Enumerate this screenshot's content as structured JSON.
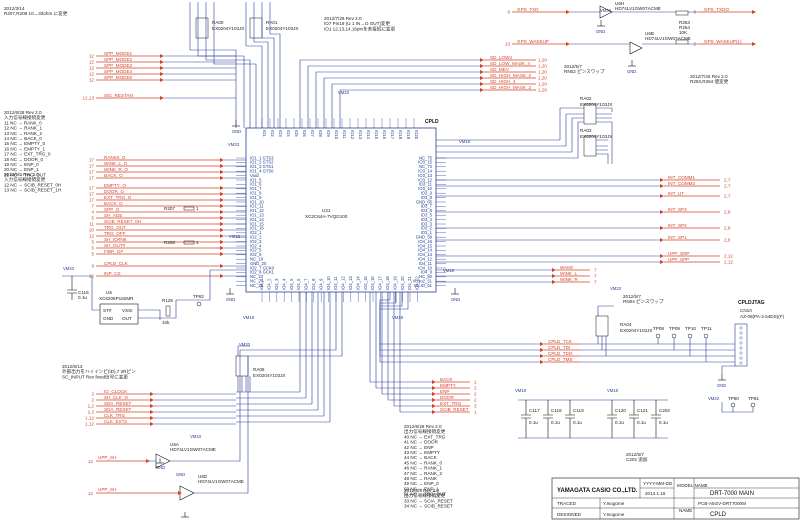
{
  "colors": {
    "net": "#d2432a",
    "wire": "#2a3c9a",
    "part": "#111111",
    "background": "#ffffff"
  },
  "notes": {
    "top_left": [
      "2012/3/14",
      "R207,R208 10→33ohm に変更"
    ],
    "top_center": [
      "2012/7/26 Rev 2.0",
      "IO7 Pin18 (U 1 IN→O OUT)変更",
      "IO1 12,13,14,16pinを未接続に変更"
    ],
    "top_right": [
      "2012/7/26 Rev 2.0",
      "R253,R254 値変更"
    ],
    "rn_swap": [
      "2012/5/7",
      "RN02 ピンスワップ"
    ],
    "rn_swap2": [
      "2012/5/7",
      "RN04 ピンスワップ"
    ],
    "left_change1": [
      "2012/6/28 Rev 2.0",
      "入力信号線接続変更",
      "11 NC → RANK_0",
      "12 NC → RANK_1",
      "13 NC → RANK_2",
      "14 NC → BACK_0",
      "15 NC → EMPTY_0",
      "16 NC → EMPTY_1",
      "17 NC → EXT_TRG_0",
      "18 NC → DOOR_0",
      "19 NC → ENP_0",
      "20 NC → ENP_1",
      "21 NC → TRG_OUT"
    ],
    "left_change2": [
      "2012/6/5 Rev 2.0",
      "入力信号線接続変更",
      "12 NC → SCIB_RESET_0H",
      "13 NC → SCIB_RESET_1H"
    ],
    "left_bottom": [
      "2012/6/13",
      "外部出力をハイインピ(ID),7 2Rピン",
      "SC_INPUT Rev fixed信号に変更"
    ],
    "center_change": [
      "2012/6/28 Rev 2.0",
      "出力信号線接続変更",
      "40 NC → EXT_TRG",
      "41 NC → DOOR",
      "42 NC → ENP",
      "43 NC → EMPTY",
      "44 NC → BACK",
      "45 NC → RANK_0",
      "46 NC → RANK_1",
      "47 NC → RANK_2",
      "48 NC → RANK",
      "49 NC → ENP_0",
      "50 NC → ENP_1",
      "51 NC → TRG_OUT"
    ],
    "center_change2": [
      "2012/6/5 Rev 2.0",
      "出力信号線接続変更",
      "33 NC → SCIA_RESET",
      "34 NC → SCIB_RESET"
    ],
    "bottom_right": [
      "2012/5/7",
      "C202 追加"
    ]
  },
  "cpld": {
    "title": "CPLD",
    "ref": "U21",
    "part": "XC2C64A-7VQG100"
  },
  "regulator": {
    "ref": "U5",
    "part": "XC6206P182MR",
    "pins": [
      "ST#",
      "VSSI",
      "GND",
      "OUT"
    ],
    "cap": "C116",
    "cap_val": "0.1u",
    "res": "R125",
    "res_val": "10k",
    "tp": "TP82"
  },
  "vcc_labels": [
    "VM33",
    "VM18",
    "GND",
    "VMSO"
  ],
  "left_inputs": [
    {
      "num": "12",
      "name": "SPP_MODE1"
    },
    {
      "num": "12",
      "name": "SPP_MODE2"
    },
    {
      "num": "12",
      "name": "SPP_MODE3"
    },
    {
      "num": "12",
      "name": "SPP_MODE4"
    },
    {
      "num": "12",
      "name": "SPP_MODE5"
    },
    {
      "num": "12,13",
      "name": "SIG_RESTAN"
    },
    {
      "num": "17",
      "name": "RANK0_O"
    },
    {
      "num": "17",
      "name": "WINK_L_O"
    },
    {
      "num": "17",
      "name": "WINK_R_O"
    },
    {
      "num": "17",
      "name": "BACK_O"
    },
    {
      "num": "17",
      "name": "EMPTY_O"
    },
    {
      "num": "17",
      "name": "DOOR_O"
    },
    {
      "num": "17",
      "name": "EXT_TRG_O"
    },
    {
      "num": "7",
      "name": "BACK_O"
    },
    {
      "num": "4",
      "name": "SPP_O"
    },
    {
      "num": "5",
      "name": "SH_ADE"
    },
    {
      "num": "11",
      "name": "SCIB_RESET_0H"
    },
    {
      "num": "10",
      "name": "TRG_OUT"
    },
    {
      "num": "12",
      "name": "TRG_OFF"
    },
    {
      "num": "5",
      "name": "SH_IO#NK"
    },
    {
      "num": "5",
      "name": "SH_OUT#"
    },
    {
      "num": "5",
      "name": "FIBP_O#"
    },
    {
      "num": "8",
      "name": "CPLD_CLK"
    },
    {
      "num": "12",
      "name": "INP_CS"
    }
  ],
  "top_bus": [
    "SD_LOW4",
    "SD_LOW_MASK_4",
    "SD_MEV",
    "SD_HIGH_MASK_2",
    "SD_HIGH_4",
    "SD_HIGH_MASK_2"
  ],
  "top_bus_nums": [
    "1,20",
    "1,20",
    "1,20",
    "1,20",
    "1,20",
    "1,20"
  ],
  "right_outputs": [
    {
      "name": "INT_COMM1",
      "num": "2,7"
    },
    {
      "name": "INT_COMM2",
      "num": "2,7"
    },
    {
      "name": "INT_UT",
      "num": "2,7"
    },
    {
      "name": "INT_SP3",
      "num": "2,8"
    },
    {
      "name": "INT_SP2",
      "num": "2,8"
    },
    {
      "name": "INT_SP1",
      "num": "2,8"
    },
    {
      "name": "UPP_SNP",
      "num": "2,12"
    },
    {
      "name": "UPP_SPP",
      "num": "2,12"
    }
  ],
  "right_small": [
    {
      "name": "WAKE",
      "num": "7"
    },
    {
      "name": "WINK_L",
      "num": "7"
    },
    {
      "name": "WINK_R",
      "num": "7"
    }
  ],
  "top_right_nets": [
    {
      "name": "GPS_TXD",
      "num": "8"
    },
    {
      "name": "GPS_TXDO",
      "num": "8"
    },
    {
      "name": "GPS_WAKEUP",
      "num": "13"
    },
    {
      "name": "GPS_WAKEUP(1)",
      "num": "2"
    }
  ],
  "right_bottom_nets": [
    "CPLD_TCK",
    "CPLD_TDI",
    "CPLD_TDO",
    "CPLD_TMS"
  ],
  "jtag": {
    "title": "CPLDJTAG",
    "ref": "CN10",
    "part": "AZ-08(PA-2.54DS)(F)",
    "tps": [
      "TP08",
      "TP09",
      "TP10",
      "TP11"
    ],
    "rn": "RA04",
    "rn_part": "EX0204Y103JX"
  },
  "bottom_left_inputs": [
    {
      "num": "2",
      "name": "IO_CLOCK"
    },
    {
      "num": "2",
      "name": "SH_CLK_O"
    },
    {
      "num": "1,2",
      "name": "SDA_RESET"
    },
    {
      "num": "1,2",
      "name": "SDA_RESET"
    },
    {
      "num": "1,12",
      "name": "CLK_TRG"
    },
    {
      "num": "1,12",
      "name": "CLK_EXT2"
    }
  ],
  "bottom_bus_out": [
    {
      "name": "BACK",
      "num": "1"
    },
    {
      "name": "EMPTY",
      "num": "2"
    },
    {
      "name": "ENP",
      "num": "2"
    },
    {
      "name": "DOOR",
      "num": "2"
    },
    {
      "name": "EXT_TRG",
      "num": "3"
    },
    {
      "name": "SCIB_RESET",
      "num": "1"
    }
  ],
  "buffers": [
    {
      "ref": "U6A",
      "part": "HD74LV1GW07ACME",
      "net": "UPP_SH",
      "num": "12"
    },
    {
      "ref": "U6D",
      "part": "HD74LV1GW07ACME",
      "net": "UPP_SH",
      "num": "12"
    }
  ],
  "top_buffers": [
    {
      "ref": "U6H",
      "part": "HD74LV1GW07ACME"
    },
    {
      "ref": "U6B",
      "part": "HD74LV1GW07ACME"
    }
  ],
  "resnets": [
    {
      "ref": "RA00",
      "part": "EX0204Y103JX"
    },
    {
      "ref": "RA01",
      "part": "EX0204Y103JX"
    },
    {
      "ref": "RA02",
      "part": "EX0204Y103JX"
    },
    {
      "ref": "RA03",
      "part": "EX0204Y103JX"
    },
    {
      "ref": "RA05",
      "part": "EX0204Y103JX"
    },
    {
      "ref": "RA06",
      "part": "EX0204Y103JX"
    }
  ],
  "resistors": [
    {
      "ref": "R207",
      "val": "1"
    },
    {
      "ref": "R208",
      "val": "1"
    },
    {
      "ref": "R253",
      "val": "1"
    },
    {
      "ref": "R254",
      "val": "10K"
    }
  ],
  "decoupling": [
    {
      "ref": "C117",
      "val": "0.1u"
    },
    {
      "ref": "C118",
      "val": "0.1u"
    },
    {
      "ref": "C119",
      "val": "0.1u"
    },
    {
      "ref": "C120",
      "val": "0.1u"
    },
    {
      "ref": "C121",
      "val": "0.1u"
    },
    {
      "ref": "C202",
      "val": "0.1u"
    }
  ],
  "tp_bottom": [
    "TP80",
    "TP81"
  ],
  "titleblock": {
    "company": "YAMAGATA CASIO CO.,LTD.",
    "revision_label": "YYYY-MM-DD",
    "date": "2014.1.16",
    "model_label": "MODEL NAME",
    "model": "DRT-7000 MAIN",
    "traced_label": "TRACED",
    "traced": "Y.Isogome",
    "designed_label": "DESIGNED",
    "designed": "Y.Isogome",
    "name_label": "NAME",
    "docno": "PCB-A5GV-DRT7000M",
    "sheet": "CPLD"
  }
}
